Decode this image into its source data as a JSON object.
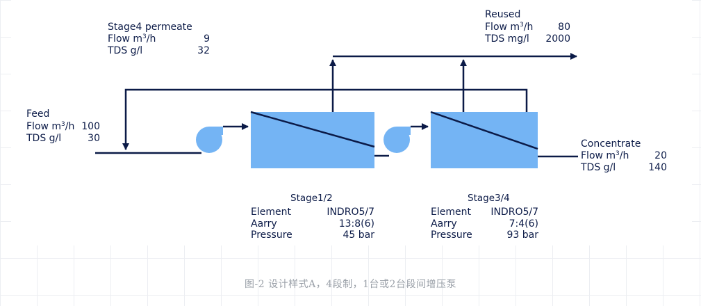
{
  "stage4_permeate": {
    "title": "Stage4 permeate",
    "flow_label": "Flow m³/h",
    "flow_value": "9",
    "tds_label": "TDS g/l",
    "tds_value": "32"
  },
  "reused": {
    "title": "Reused",
    "flow_label": "Flow m³/h",
    "flow_value": "80",
    "tds_label": "TDS mg/l",
    "tds_value": "2000"
  },
  "feed": {
    "title": "Feed",
    "flow_label": "Flow m³/h",
    "flow_value": "100",
    "tds_label": "TDS g/l",
    "tds_value": "30"
  },
  "concentrate": {
    "title": "Concentrate",
    "flow_label": "Flow m³/h",
    "flow_value": "20",
    "tds_label": "TDS g/l",
    "tds_value": "140"
  },
  "stage12": {
    "title": "Stage1/2",
    "element_label": "Element",
    "element_value": "INDRO5/7",
    "array_label": "Aarry",
    "array_value": "13:8(6)",
    "pressure_label": "Pressure",
    "pressure_value": "45 bar"
  },
  "stage34": {
    "title": "Stage3/4",
    "element_label": "Element",
    "element_value": "INDRO5/7",
    "array_label": "Aarry",
    "array_value": "7:4(6)",
    "pressure_label": "Pressure",
    "pressure_value": "93 bar"
  },
  "caption": "图-2   设计样式A，4段制，1台或2台段间增压泵",
  "colors": {
    "line": "#0b1a47",
    "equipment": "#74b4f4"
  }
}
